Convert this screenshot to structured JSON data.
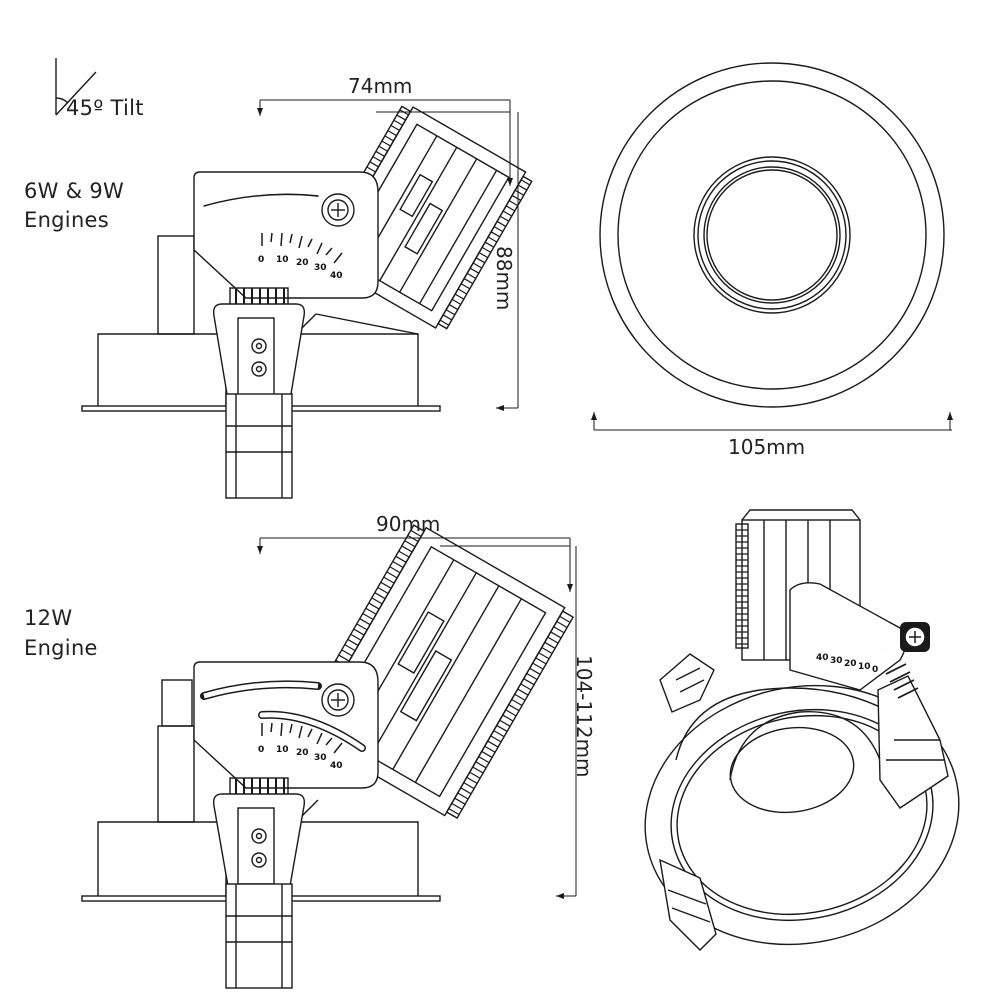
{
  "tilt": {
    "label": "45º Tilt",
    "icon": "tilt-angle-icon"
  },
  "small_engines": {
    "label_line1": "6W & 9W",
    "label_line2": "Engines",
    "width_dim": "74mm",
    "height_dim": "88mm"
  },
  "large_engine": {
    "label_line1": "12W",
    "label_line2": "Engine",
    "width_dim": "90mm",
    "height_dim": "104-112mm"
  },
  "front_view": {
    "diameter_dim": "105mm"
  },
  "tilt_scale": {
    "ticks": [
      "0",
      "10",
      "20",
      "30",
      "40"
    ],
    "ticks_reversed": [
      "40",
      "30",
      "20",
      "10",
      "0"
    ]
  }
}
